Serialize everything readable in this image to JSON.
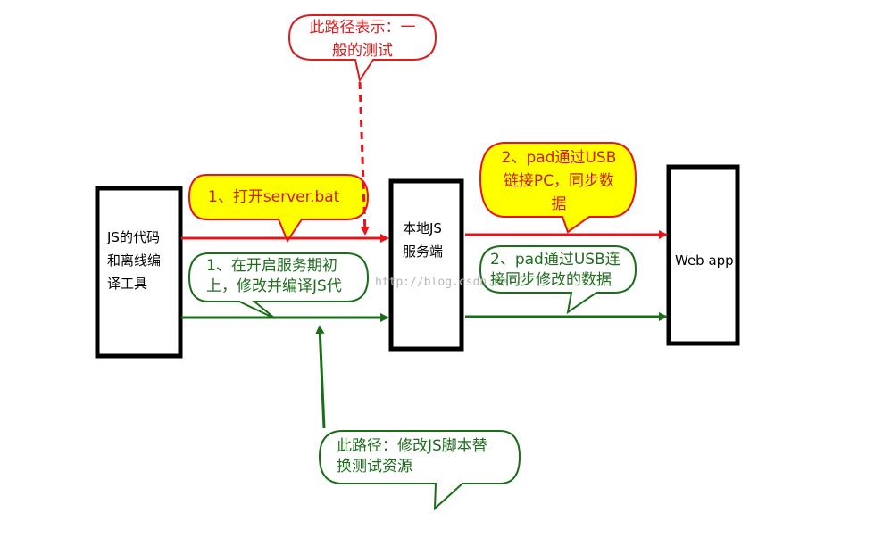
{
  "colors": {
    "red": "#e8141b",
    "green": "#1a6e1a",
    "yellow": "#ffff00",
    "box": "#000000"
  },
  "boxes": {
    "js_tool": [
      "JS的代码",
      "和离线编",
      "译工具"
    ],
    "local_server": [
      "本地JS",
      "服务端"
    ],
    "web_app": "Web app"
  },
  "callouts": {
    "normal_test_path": [
      "此路径表示：一",
      "般的测试"
    ],
    "step1_open_server": "1、打开server.bat",
    "step2_pad_usb": [
      "2、pad通过USB",
      "链接PC，同步数",
      "据"
    ],
    "step1_modify_compile": [
      "1、在开启服务期初",
      "上，修改并编译JS代"
    ],
    "step2_pad_sync": [
      "2、pad通过USB连",
      "接同步修改的数据"
    ],
    "replace_path": [
      "此路径：修改JS脚本替",
      "换测试资源"
    ]
  },
  "watermark": "http://blog.csdn.net/"
}
